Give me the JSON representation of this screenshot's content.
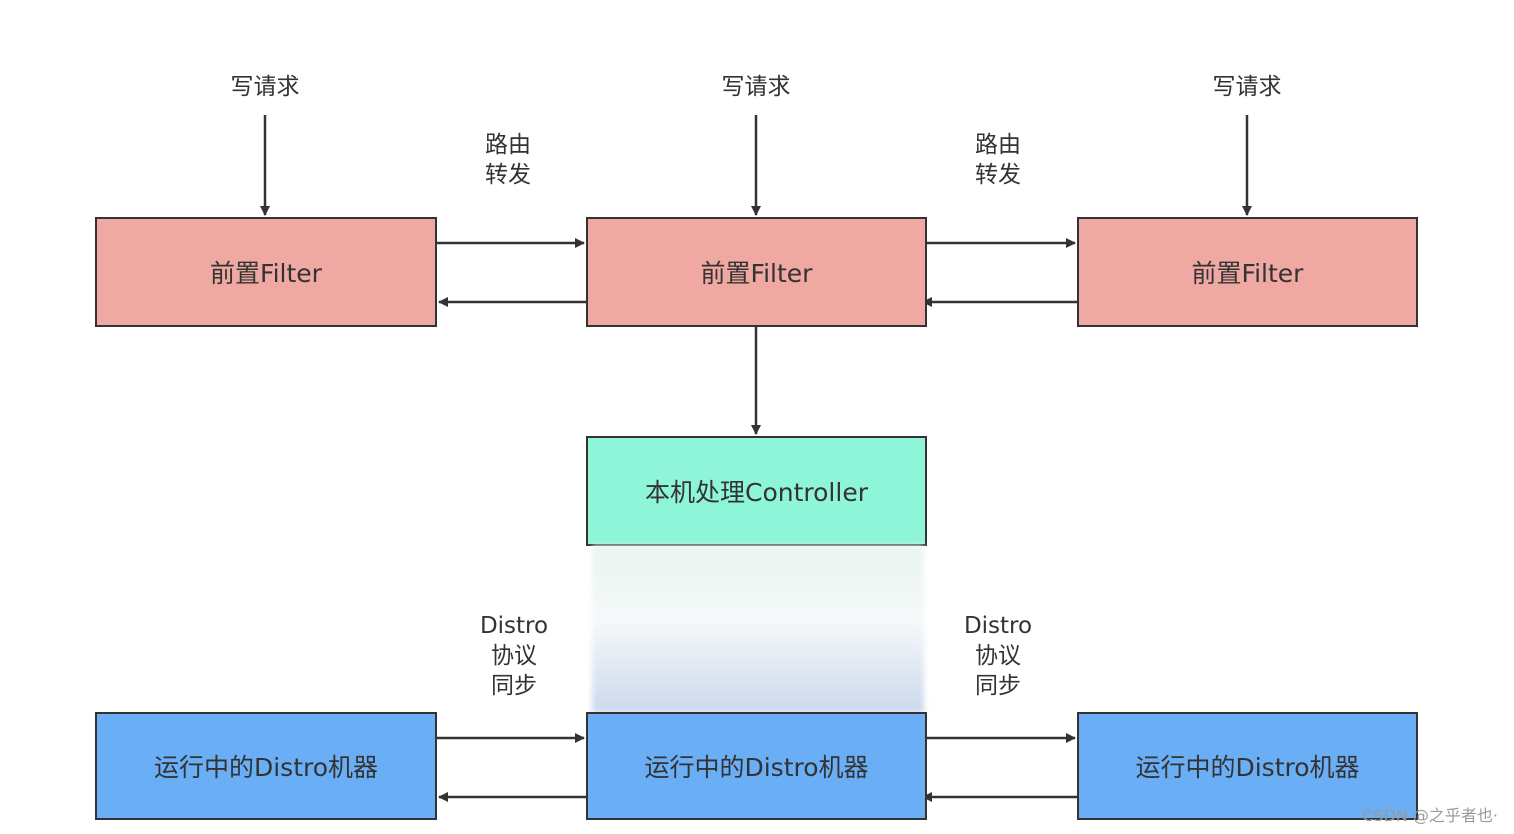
{
  "colors": {
    "filter_fill": "#f0a8a2",
    "controller_fill": "#8ef5d8",
    "distro_fill": "#6aaef5",
    "stroke": "#333333"
  },
  "requests": {
    "left": "写请求",
    "middle": "写请求",
    "right": "写请求"
  },
  "routing_labels": {
    "left": "路由\n转发",
    "right": "路由\n转发"
  },
  "filters": {
    "left": "前置Filter",
    "middle": "前置Filter",
    "right": "前置Filter"
  },
  "controller": "本机处理Controller",
  "distro_labels": {
    "left": "Distro\n协议\n同步",
    "right": "Distro\n协议\n同步"
  },
  "distro_nodes": {
    "left": "运行中的Distro机器",
    "middle": "运行中的Distro机器",
    "right": "运行中的Distro机器"
  },
  "watermark": "CSDN @之乎者也·"
}
